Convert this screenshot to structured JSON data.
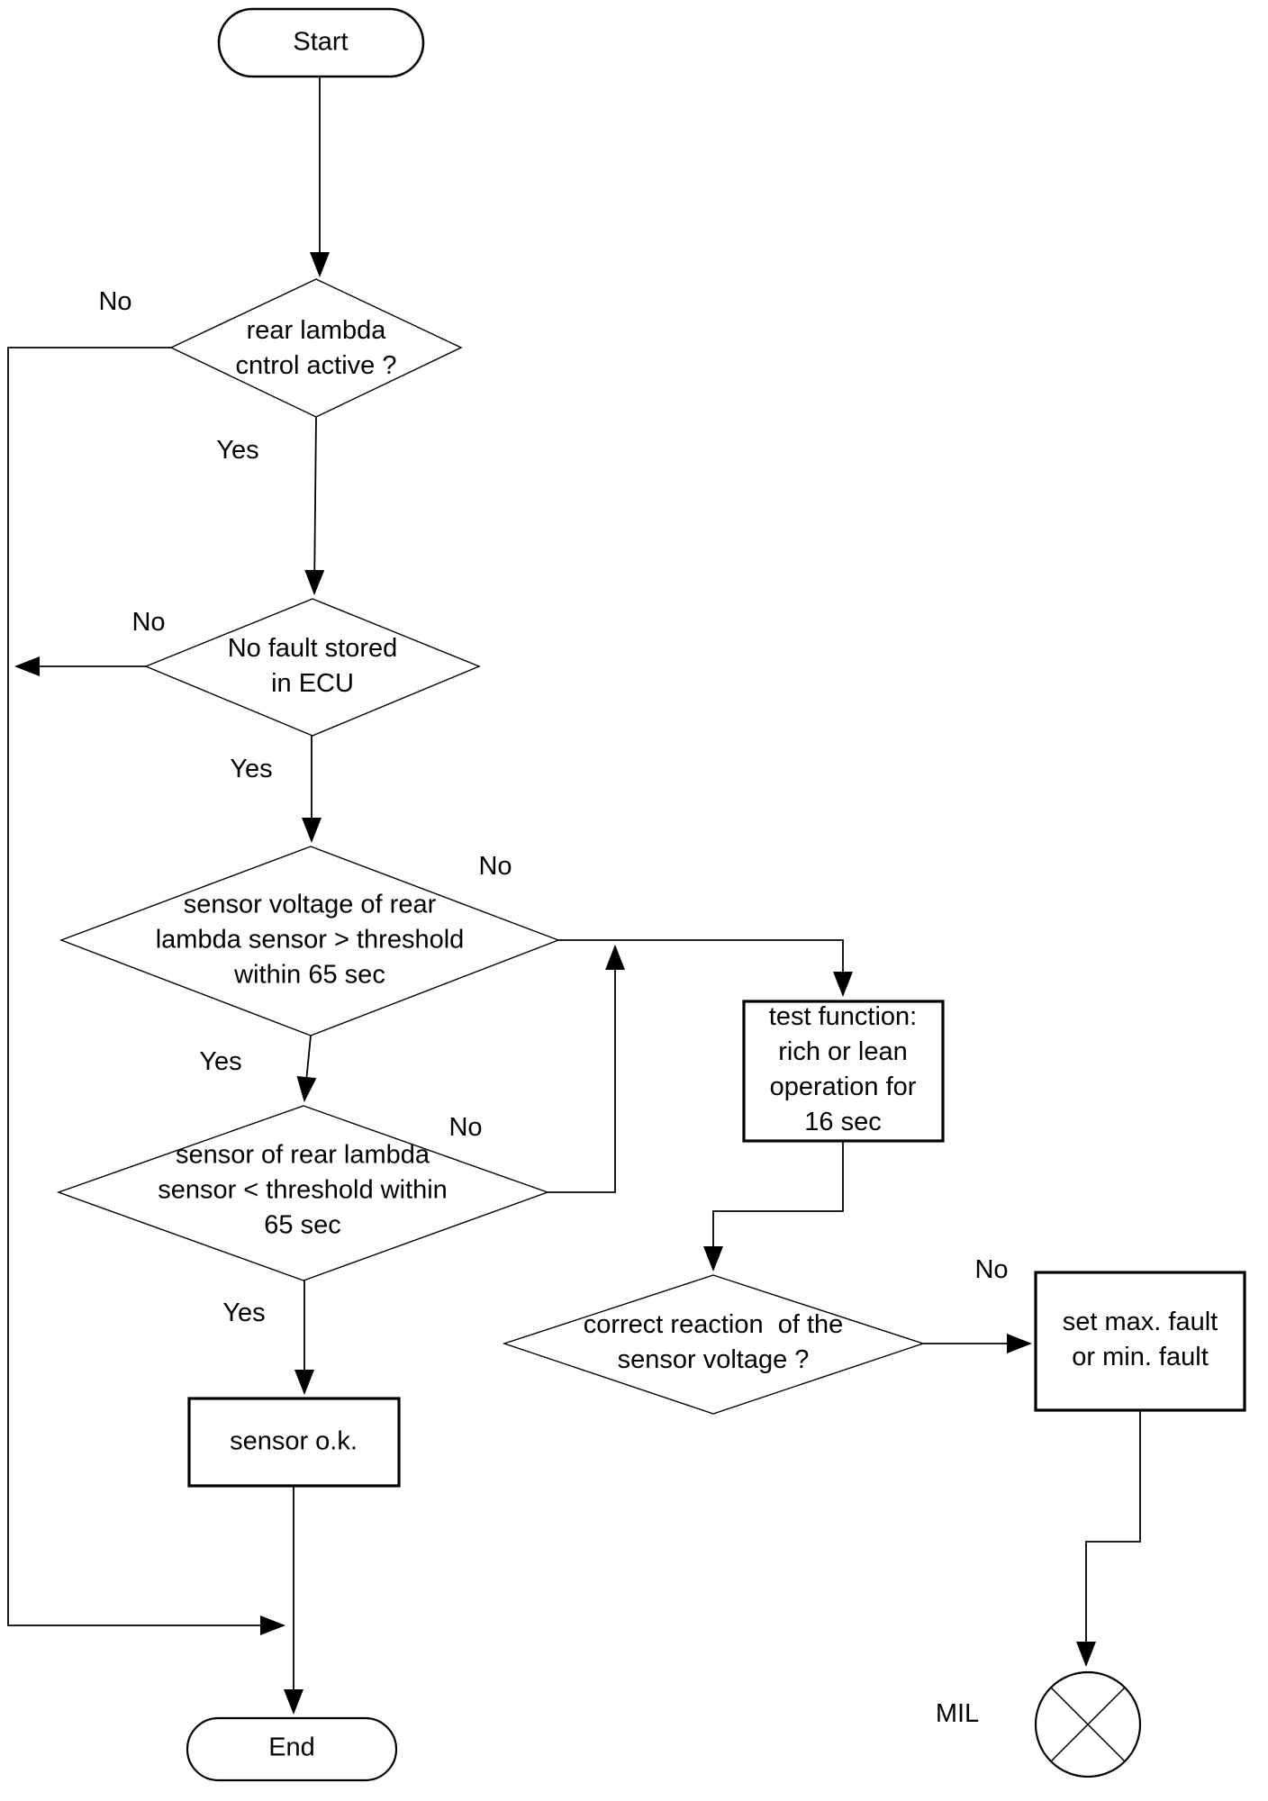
{
  "nodes": {
    "start": {
      "label": "Start"
    },
    "rear_lambda_control": {
      "label": "rear lambda\ncntrol active ?"
    },
    "no_fault_stored": {
      "label": "No fault stored\nin ECU"
    },
    "voltage_above_threshold": {
      "label": "sensor voltage of rear\nlambda sensor > threshold\nwithin 65 sec"
    },
    "voltage_below_threshold": {
      "label": "sensor of rear lambda\nsensor < threshold within\n65 sec"
    },
    "test_function": {
      "label": "test function:\nrich or lean\noperation for\n16 sec"
    },
    "correct_reaction": {
      "label": "correct reaction  of the\nsensor voltage ?"
    },
    "sensor_ok": {
      "label": "sensor o.k."
    },
    "set_fault": {
      "label": "set max. fault\nor min. fault"
    },
    "mil": {
      "label": "MIL"
    },
    "end": {
      "label": "End"
    }
  },
  "edge_labels": {
    "d1_no": "No",
    "d1_yes": "Yes",
    "d2_no": "No",
    "d2_yes": "Yes",
    "d3_no": "No",
    "d3_yes": "Yes",
    "d4_no": "No",
    "d4_yes": "Yes",
    "d5_no": "No"
  },
  "colors": {
    "line": "#000000",
    "background": "#ffffff"
  }
}
